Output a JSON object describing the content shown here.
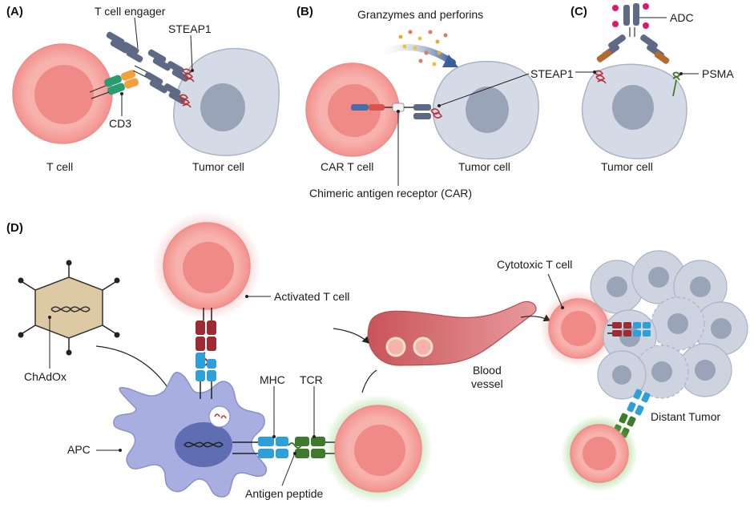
{
  "panels": {
    "a": "(A)",
    "b": "(B)",
    "c": "(C)",
    "d": "(D)"
  },
  "labels": {
    "t_cell_engager": "T cell engager",
    "steap1_a": "STEAP1",
    "cd3": "CD3",
    "t_cell": "T cell",
    "tumor_cell_a": "Tumor cell",
    "granzymes": "Granzymes and perforins",
    "steap1_b": "STEAP1",
    "car_t_cell": "CAR T cell",
    "tumor_cell_b": "Tumor cell",
    "car": "Chimeric antigen receptor (CAR)",
    "adc": "ADC",
    "psma": "PSMA",
    "tumor_cell_c": "Tumor cell",
    "activated_t_cell": "Activated T cell",
    "chadox": "ChAdOx",
    "apc": "APC",
    "mhc": "MHC",
    "tcr": "TCR",
    "antigen_peptide": "Antigen peptide",
    "blood_vessel": "Blood\nvessel",
    "cytotoxic_t_cell": "Cytotoxic T cell",
    "distant_tumor": "Distant Tumor"
  },
  "colors": {
    "t_cell_fill": "#f7b2ae",
    "t_cell_nucleus": "#f08a86",
    "tumor_fill": "#d5dbe6",
    "tumor_nucleus": "#9aa4b8",
    "antibody": "#5e6a85",
    "steap1": "#b8323a",
    "cd3_green": "#2a9d6e",
    "cd3_orange": "#f0a03c",
    "mhc_blue": "#2f9fd8",
    "tcr_green": "#3f7a2c",
    "tcr_red": "#9e2a34",
    "apc_fill": "#a9aee0",
    "apc_nucleus": "#5f6db3",
    "vessel": "#d26a6e",
    "chadox_fill": "#ddc9a3",
    "adc_payload": "#d81b6a",
    "psma": "#3f7a2c",
    "car_red": "#d9534f",
    "car_blue": "#4a6ea8"
  }
}
